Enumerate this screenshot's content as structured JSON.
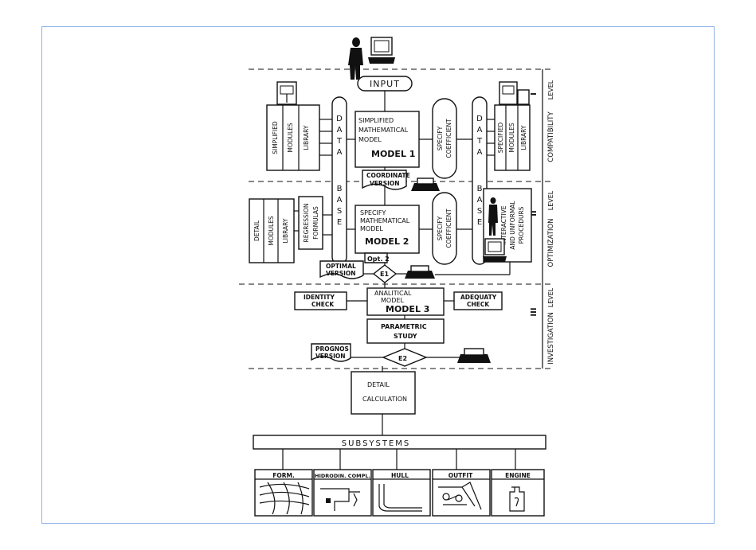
{
  "colors": {
    "frame": "#8fb3e8",
    "ink": "#111111",
    "paper": "#ffffff"
  },
  "input": {
    "label": "INPUT"
  },
  "left_libraries": {
    "simplified": [
      "SIMPLIFIED",
      "MODULES",
      "LIBRARY"
    ],
    "detail": [
      "DETAIL",
      "MODULES",
      "LIBRARY"
    ]
  },
  "regression": [
    "REGRESSION",
    "FORMULAS"
  ],
  "data_base_left": [
    "D",
    "A",
    "T",
    "A",
    "B",
    "A",
    "S",
    "E"
  ],
  "data_base_right": [
    "D",
    "A",
    "T",
    "A",
    "B",
    "A",
    "S",
    "E"
  ],
  "model1": {
    "lines": [
      "SIMPLIFIED",
      "MATHEMATICAL",
      "MODEL"
    ],
    "name": "MODEL 1"
  },
  "model2": {
    "lines": [
      "SPECIFY",
      "MATHEMATICAL",
      "MODEL"
    ],
    "name": "MODEL 2"
  },
  "model3": {
    "lines": [
      "ANALITICAL",
      "MODEL"
    ],
    "name": "MODEL 3"
  },
  "specify_coefficient": [
    "SPECIFY",
    "COEFFICIENT"
  ],
  "right_libraries": {
    "specified": [
      "SPECIFIED",
      "MODULES",
      "LIBRARY"
    ],
    "interactive": [
      "INTERACTIVE",
      "AND UNFORMAL",
      "PROCEDURS"
    ]
  },
  "coordinate_version": [
    "COORDINATE",
    "VERSION"
  ],
  "opt2": "Opt. 2",
  "optimal_version": [
    "OPTIMAL",
    "VERSION"
  ],
  "e1": "E1",
  "e2": "E2",
  "identity_check": [
    "IDENTITY",
    "CHECK"
  ],
  "adequaty_check": [
    "ADEQUATY",
    "CHECK"
  ],
  "parametric_study": [
    "PARAMETRIC",
    "STUDY"
  ],
  "prognos_version": [
    "PROGNOS",
    "VERSION"
  ],
  "detail_calc": [
    "DETAIL",
    "CALCULATION"
  ],
  "subsystems": {
    "label": "SUBSYSTEMS",
    "items": [
      "FORM.",
      "HIDRODIN. COMPL.",
      "HULL",
      "OUTFIT",
      "ENGINE"
    ]
  },
  "levels": [
    {
      "roman": "I",
      "level": "LEVEL",
      "name": "COMPATIBILITY"
    },
    {
      "roman": "II",
      "level": "LEVEL",
      "name": "OPTIMIZATION"
    },
    {
      "roman": "III",
      "level": "LEVEL",
      "name": "INVESTIGATION"
    }
  ]
}
